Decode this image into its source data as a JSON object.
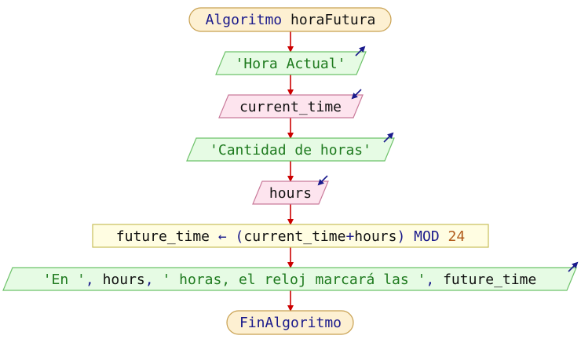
{
  "flowchart": {
    "start": {
      "keyword": "Algoritmo",
      "name": "horaFutura"
    },
    "output_1": {
      "text": "'Hora Actual'"
    },
    "input_1": {
      "var": "current_time"
    },
    "output_2": {
      "text": "'Cantidad de horas'"
    },
    "input_2": {
      "var": "hours"
    },
    "assign": {
      "target": "future_time",
      "op": "←",
      "expr_open": "(",
      "var_a": "current_time",
      "plus": "+",
      "var_b": "hours",
      "expr_close": ")",
      "mod": "MOD",
      "num": "24"
    },
    "output_3": {
      "str_1": "'En '",
      "sep_1": ",",
      "var_1": "hours",
      "sep_2": ",",
      "str_2": "' horas, el reloj marcará las '",
      "sep_3": ",",
      "var_2": "future_time"
    },
    "end": {
      "keyword": "FinAlgoritmo"
    }
  },
  "colors": {
    "terminal_fill": "#fdf0d2",
    "terminal_stroke": "#c8a050",
    "output_fill": "#e6fbe4",
    "output_stroke": "#6ec26a",
    "input_fill": "#fde4ee",
    "input_stroke": "#c97a9a",
    "process_fill": "#fffde2",
    "process_stroke": "#c8bf5a",
    "connector": "#cc0000",
    "keyword": "#1a1a8c",
    "string": "#1e7a1e",
    "number": "#b05a1a",
    "text": "#111111"
  }
}
